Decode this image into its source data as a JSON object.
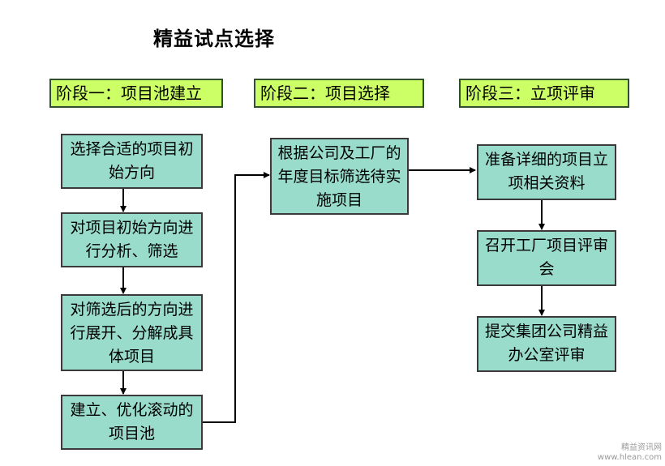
{
  "title": "精益试点选择",
  "stages": [
    {
      "label": "阶段一：项目池建立"
    },
    {
      "label": "阶段二：项目选择"
    },
    {
      "label": "阶段三：立项评审"
    }
  ],
  "col1": [
    {
      "text": "选择合适的项目初始方向"
    },
    {
      "text": "对项目初始方向进行分析、筛选"
    },
    {
      "text": "对筛选后的方向进行展开、分解成具体项目"
    },
    {
      "text": "建立、优化滚动的项目池"
    }
  ],
  "col2": [
    {
      "text": "根据公司及工厂的年度目标筛选待实施项目"
    }
  ],
  "col3": [
    {
      "text": "准备详细的项目立项相关资料"
    },
    {
      "text": "召开工厂项目评审会"
    },
    {
      "text": "提交集团公司精益办公室评审"
    }
  ],
  "watermark": {
    "line1": "精益资讯网",
    "line2": "www.hlean.com"
  }
}
